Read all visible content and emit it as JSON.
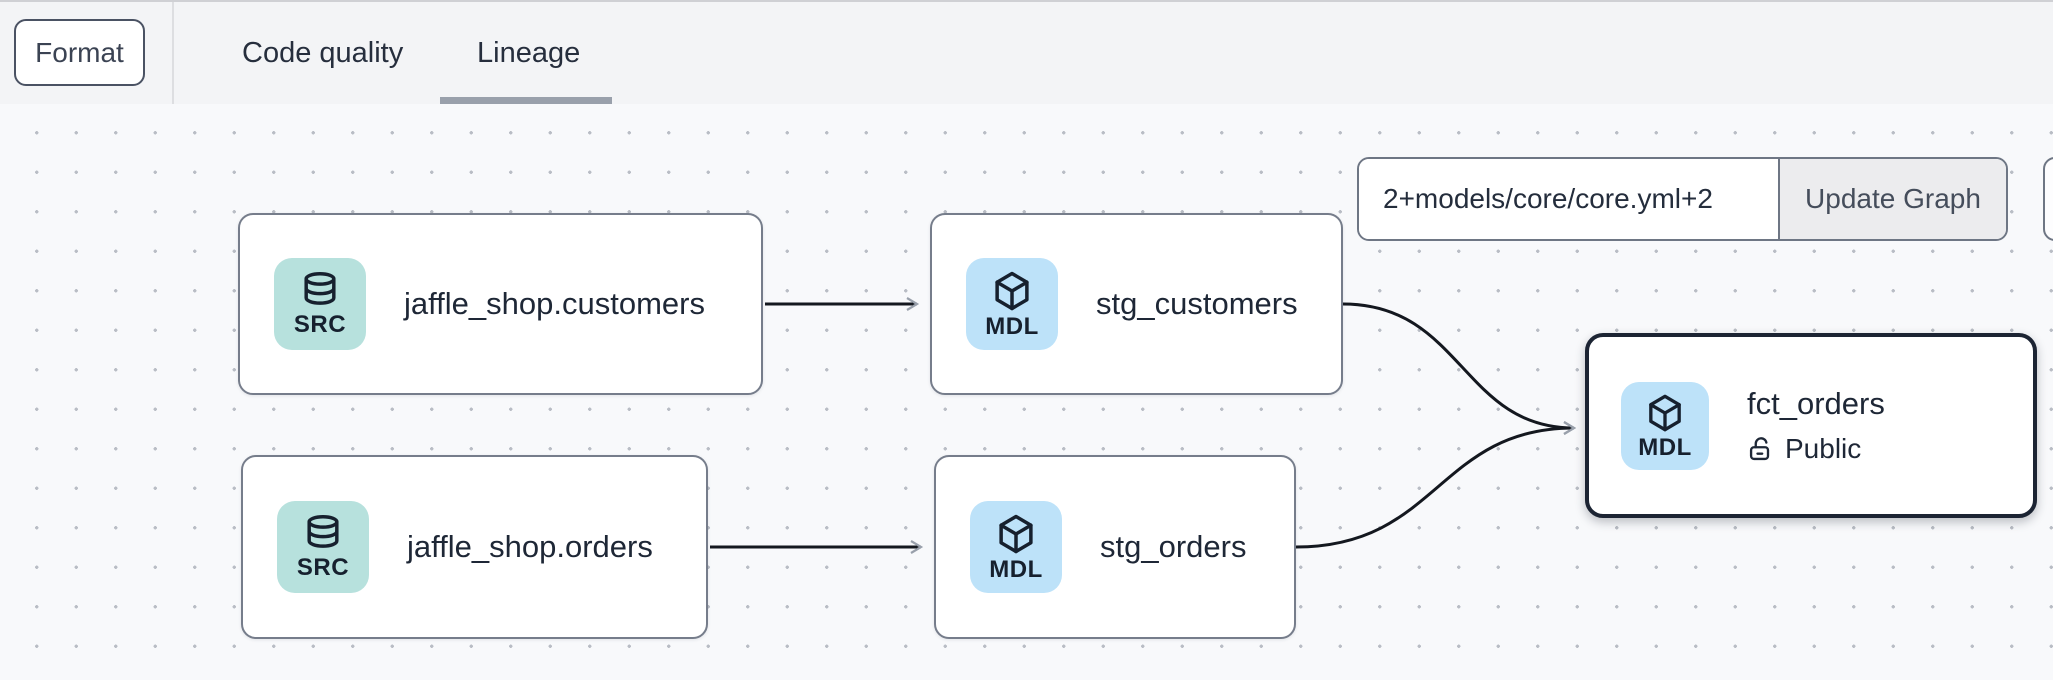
{
  "toolbar": {
    "format_label": "Format"
  },
  "tabs": {
    "code_quality": "Code quality",
    "lineage": "Lineage",
    "active": "Lineage"
  },
  "graph_controls": {
    "selector_value": "2+models/core/core.yml+2",
    "update_button_label": "Update Graph"
  },
  "nodes": [
    {
      "label": "jaffle_shop.customers",
      "type": "SRC",
      "icon": "database-icon",
      "selected": false
    },
    {
      "label": "stg_customers",
      "type": "MDL",
      "icon": "cube-icon",
      "selected": false
    },
    {
      "label": "jaffle_shop.orders",
      "type": "SRC",
      "icon": "database-icon",
      "selected": false
    },
    {
      "label": "stg_orders",
      "type": "MDL",
      "icon": "cube-icon",
      "selected": false
    },
    {
      "label": "fct_orders",
      "type": "MDL",
      "icon": "cube-icon",
      "access": "Public",
      "access_icon": "lock-open-icon",
      "selected": true
    }
  ],
  "edges": [
    {
      "from": "jaffle_shop.customers",
      "to": "stg_customers"
    },
    {
      "from": "jaffle_shop.orders",
      "to": "stg_orders"
    },
    {
      "from": "stg_customers",
      "to": "fct_orders"
    },
    {
      "from": "stg_orders",
      "to": "fct_orders"
    }
  ],
  "colors": {
    "topbar_bg": "#f3f4f6",
    "canvas_bg": "#f8f9fb",
    "dot_grid": "#b9bdc5",
    "node_border": "#767d8b",
    "selected_node_border": "#1c2433",
    "src_icon_bg": "#b7e1dd",
    "mdl_icon_bg": "#bde2f9",
    "edge": "#14181f",
    "arrowhead": "#99a0ab",
    "active_tab_indicator": "#99a0ab",
    "text": "#1e2736"
  }
}
